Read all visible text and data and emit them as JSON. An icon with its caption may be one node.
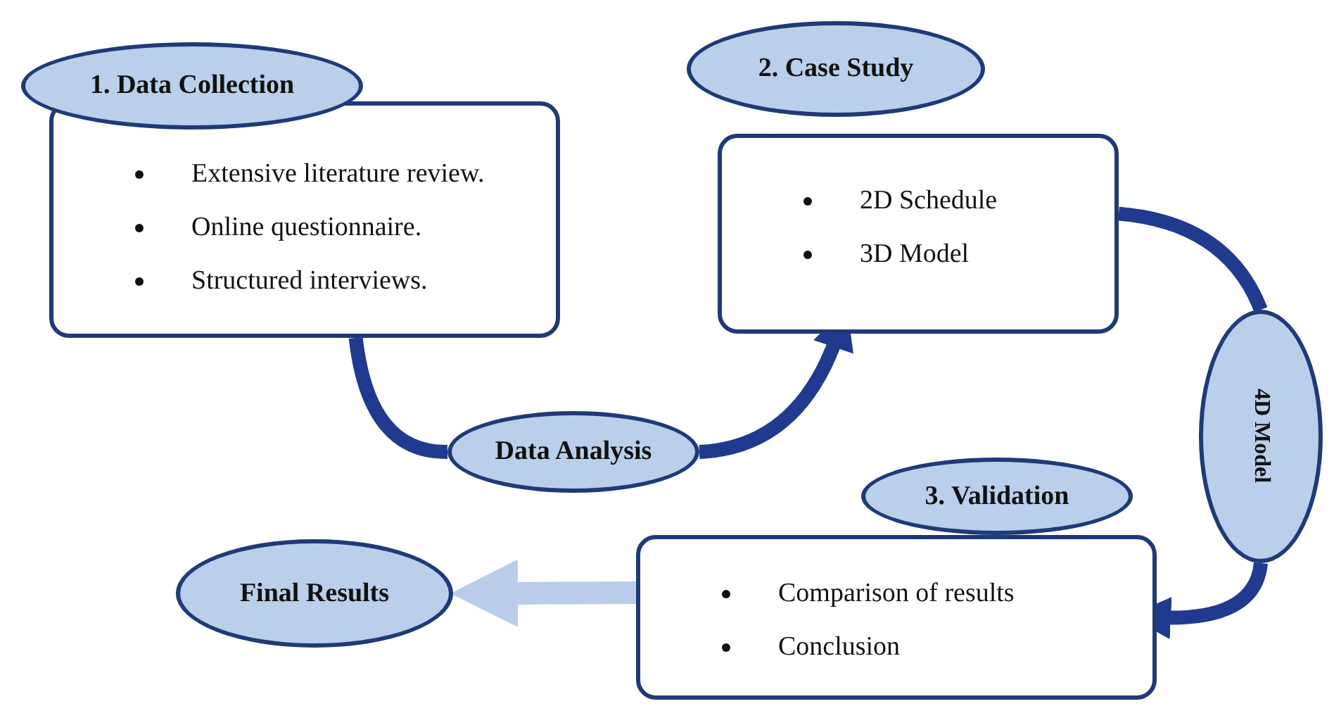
{
  "diagram": {
    "nodes": [
      {
        "text": [
          "1.  Data Collection"
        ]
      },
      {
        "text": [
          "Extensive literature review.",
          "Online questionnaire.",
          "Structured interviews."
        ]
      },
      {
        "text": [
          "Data Analysis"
        ]
      },
      {
        "text": [
          "2. Case Study"
        ]
      },
      {
        "text": [
          "2D Schedule",
          "3D Model"
        ]
      },
      {
        "text": [
          "4D Model"
        ]
      },
      {
        "text": [
          "3. Validation"
        ]
      },
      {
        "text": [
          "Comparison of results",
          "Conclusion"
        ]
      },
      {
        "text": [
          "Final Results"
        ]
      }
    ],
    "edges": [
      {
        "from": 1,
        "to": 2,
        "arrow": "none"
      },
      {
        "from": 2,
        "to": 4,
        "arrow": "to"
      },
      {
        "from": 4,
        "to": 5,
        "arrow": "none"
      },
      {
        "from": 5,
        "to": 7,
        "arrow": "to"
      },
      {
        "from": 7,
        "to": 8,
        "arrow": "to",
        "color": "#b9cdea"
      }
    ]
  }
}
